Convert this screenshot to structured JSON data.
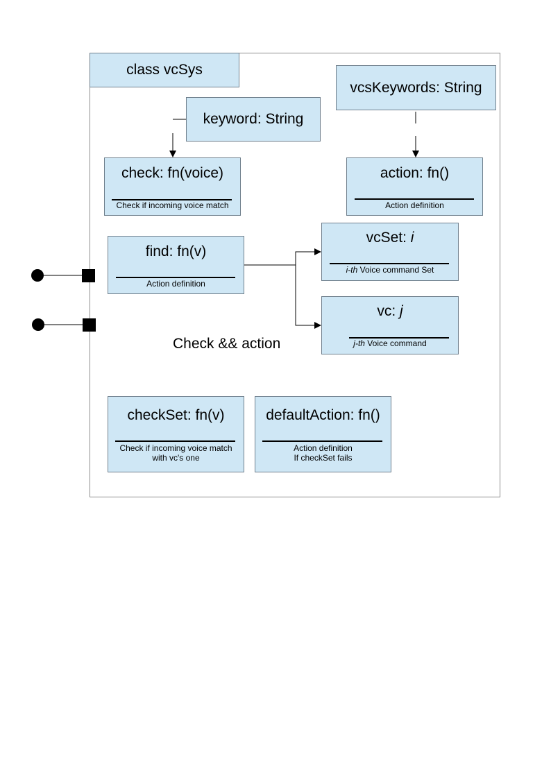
{
  "class_title": "class vcSys",
  "vcs_keywords": {
    "title": "vcsKeywords: String"
  },
  "keyword": {
    "title": "keyword: String"
  },
  "check": {
    "title": "check: fn(voice)",
    "desc": "Check if incoming voice match"
  },
  "action": {
    "title": "action: fn()",
    "desc": "Action definition"
  },
  "find": {
    "title": "find: fn(v)",
    "desc": "Action definition"
  },
  "vcset": {
    "title_prefix": "vcSet: ",
    "title_var": "i",
    "desc_italic": "i-th",
    "desc_rest": " Voice command Set"
  },
  "vc": {
    "title_prefix": "vc: ",
    "title_var": "j",
    "desc_italic": "j-th",
    "desc_rest": " Voice command"
  },
  "check_action_label": "Check && action",
  "check_set": {
    "title": "checkSet: fn(v)",
    "desc_line1": "Check if incoming voice match",
    "desc_line2": "with vc's one"
  },
  "default_action": {
    "title": "defaultAction: fn()",
    "desc_line1": "Action definition",
    "desc_line2": "If checkSet fails"
  }
}
